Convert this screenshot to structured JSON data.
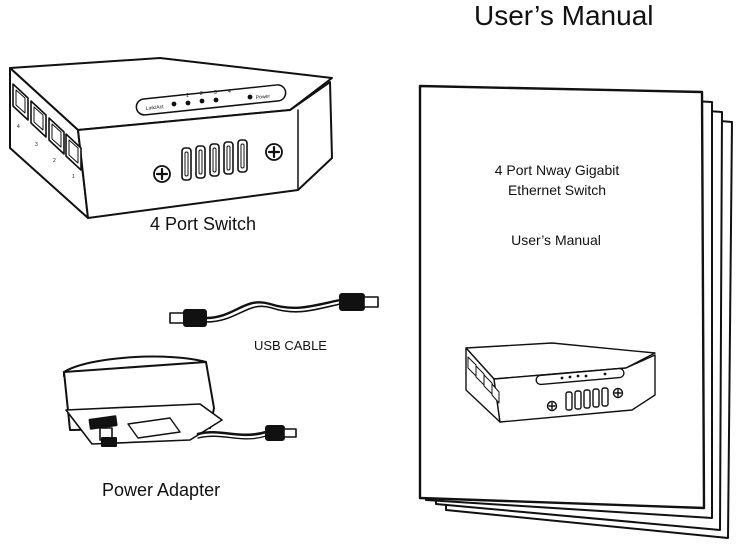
{
  "labels": {
    "manual_title": "User’s Manual",
    "switch_caption": "4 Port Switch",
    "usb_caption": "USB CABLE",
    "adapter_caption": "Power Adapter",
    "manual_product_line1": "4 Port Nway Gigabit",
    "manual_product_line2": "Ethernet Switch",
    "manual_subtitle": "User’s Manual",
    "switch_led_link": "Link/Act",
    "switch_led_power": "Power",
    "switch_led_nums": [
      "1",
      "2",
      "3",
      "4"
    ],
    "switch_port_nums": [
      "4",
      "3",
      "2",
      "1"
    ]
  },
  "colors": {
    "ink": "#111111",
    "paper": "#ffffff"
  }
}
